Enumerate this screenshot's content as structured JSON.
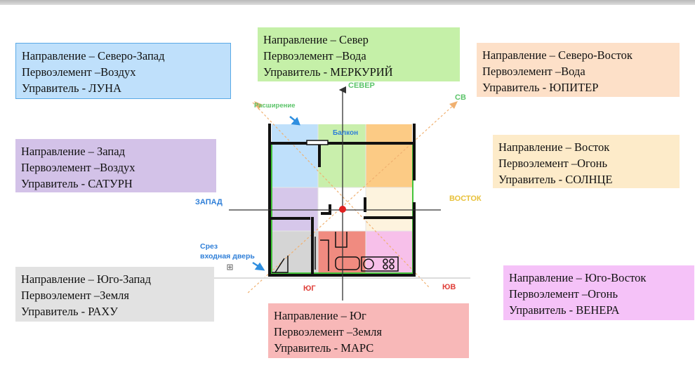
{
  "boxes": {
    "north": {
      "line1": "Направление – Север",
      "line2": "Первоэлемент –Вода",
      "line3": "Управитель - МЕРКУРИЙ",
      "color": "#c5f0a8"
    },
    "northwest": {
      "line1": "Направление – Северо-Запад",
      "line2": "Первоэлемент –Воздух",
      "line3": "Управитель - ЛУНА",
      "color": "#bfe0fb",
      "border": "#5aa9e6"
    },
    "northeast": {
      "line1": "Направление – Северо-Восток",
      "line2": "Первоэлемент –Вода",
      "line3": "Управитель - ЮПИТЕР",
      "color": "#fde0c8"
    },
    "west": {
      "line1": "Направление – Запад",
      "line2": "Первоэлемент –Воздух",
      "line3": "Управитель - САТУРН",
      "color": "#d3c2e8"
    },
    "east": {
      "line1": "Направление – Восток",
      "line2": "Первоэлемент –Огонь",
      "line3": "Управитель - СОЛНЦЕ",
      "color": "#fdebc9"
    },
    "southwest": {
      "line1": "Направление – Юго-Запад",
      "line2": "Первоэлемент –Земля",
      "line3": "Управитель - РАХУ",
      "color": "#e2e2e2"
    },
    "southeast": {
      "line1": "Направление – Юго-Восток",
      "line2": "Первоэлемент –Огонь",
      "line3": "Управитель - ВЕНЕРА",
      "color": "#f5c2f8"
    },
    "south": {
      "line1": "Направление – Юг",
      "line2": "Первоэлемент –Земля",
      "line3": "Управитель - МАРС",
      "color": "#f8b8b8"
    }
  },
  "plan_labels": {
    "north": "СЕВЕР",
    "northeast": "СВ",
    "west": "ЗАПАД",
    "east": "ВОСТОК",
    "south": "ЮГ",
    "southeast": "ЮВ",
    "expansion": "Расширение",
    "balcony": "Балкон",
    "cut_line1": "Срез",
    "cut_line2": "входная дверь"
  },
  "colors": {
    "direction_green": "#5cc46a",
    "direction_blue": "#2f7fd8",
    "direction_yellow": "#e8c13a",
    "direction_red": "#e0403a",
    "wall": "#111111",
    "center_dot": "#e02020"
  }
}
